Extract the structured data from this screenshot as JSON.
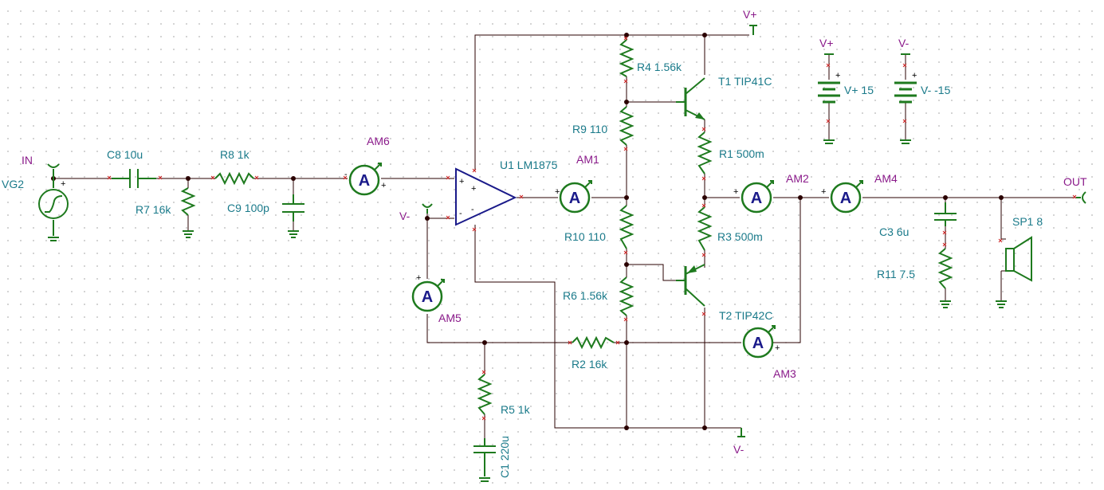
{
  "labels": {
    "in_port": "IN",
    "vg2": "VG2",
    "c8": "C8 10u",
    "r8": "R8 1k",
    "r7": "R7 16k",
    "c9": "C9 100p",
    "am6": "AM6",
    "u1": "U1 LM1875",
    "am1": "AM1",
    "r4": "R4 1.56k",
    "t1": "T1 TIP41C",
    "r9": "R9 110",
    "r1": "R1 500m",
    "am2": "AM2",
    "am4": "AM4",
    "out_port": "OUT",
    "r10": "R10 110",
    "r3": "R3 500m",
    "c3": "C3 6u",
    "sp1": "SP1 8",
    "r11": "R11 7.5",
    "r6": "R6 1.56k",
    "t2": "T2 TIP42C",
    "am5": "AM5",
    "r2": "R2 16k",
    "am3": "AM3",
    "r5": "R5 1k",
    "c1": "C1 220u",
    "vminus_opamp": "V-",
    "vplus_top": "V+",
    "vminus_bottom": "V-",
    "vplus_source_label": "V+",
    "vplus_source_value": "V+ 15",
    "vminus_source_label": "V-",
    "vminus_source_value": "V- -15"
  },
  "symbols": {
    "ammeter_letter": "A",
    "plus": "+",
    "minus": "-"
  },
  "colors": {
    "component": "#1e7a1e",
    "wire": "#2a0000",
    "ref_text": "#1a7a8a",
    "meter_text": "#8a1a8a",
    "opamp": "#1a1a8a",
    "pin_mark": "#cc2222"
  }
}
